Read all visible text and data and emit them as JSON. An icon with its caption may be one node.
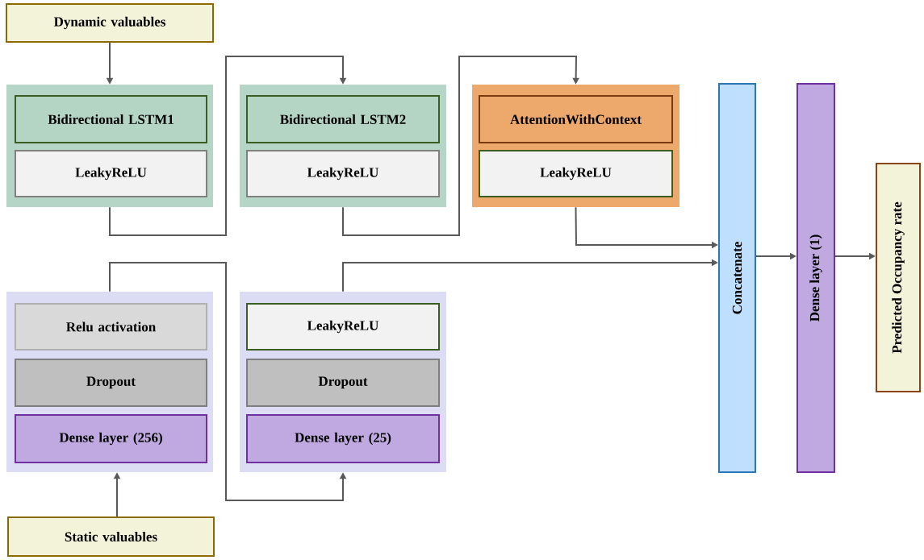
{
  "diagram": {
    "nodes": [
      {
        "text": [
          "Dynamic valuables"
        ]
      },
      {
        "text": [],
        "shape": "box"
      },
      {
        "text": [
          "Bidirectional  LSTM1"
        ],
        "in": 1
      },
      {
        "text": [
          "LeakyReLU"
        ],
        "in": 1
      },
      {
        "text": [],
        "shape": "box"
      },
      {
        "text": [
          "Bidirectional  LSTM2"
        ],
        "in": 4
      },
      {
        "text": [
          "LeakyReLU"
        ],
        "in": 4
      },
      {
        "text": [],
        "shape": "box"
      },
      {
        "text": [
          "AttentionWithContext"
        ],
        "in": 7
      },
      {
        "text": [
          "LeakyReLU"
        ],
        "in": 7
      },
      {
        "text": [
          "Concatenate"
        ]
      },
      {
        "text": [
          "Dense layer (1)"
        ]
      },
      {
        "text": [
          "Predicted Occupancy rate"
        ]
      },
      {
        "text": [],
        "shape": "box"
      },
      {
        "text": [
          "Relu activation"
        ],
        "in": 13
      },
      {
        "text": [
          "Dropout"
        ],
        "in": 13
      },
      {
        "text": [
          "Dense layer (256)"
        ],
        "in": 13
      },
      {
        "text": [],
        "shape": "box"
      },
      {
        "text": [
          "LeakyReLU"
        ],
        "in": 17
      },
      {
        "text": [
          "Dropout"
        ],
        "in": 17
      },
      {
        "text": [
          "Dense layer (25)"
        ],
        "in": 17
      },
      {
        "text": [
          "Static valuables"
        ]
      }
    ],
    "edges": [
      {
        "from": 0,
        "to": 1,
        "arrow": "to"
      },
      {
        "from": 1,
        "to": 4,
        "arrow": "to"
      },
      {
        "from": 4,
        "to": 7,
        "arrow": "to"
      },
      {
        "from": 7,
        "to": 10,
        "arrow": "to"
      },
      {
        "from": 21,
        "to": 13,
        "arrow": "to"
      },
      {
        "from": 13,
        "to": 17,
        "arrow": "to"
      },
      {
        "from": 17,
        "to": 10,
        "arrow": "to"
      },
      {
        "from": 10,
        "to": 11,
        "arrow": "to"
      },
      {
        "from": 11,
        "to": 12,
        "arrow": "to"
      }
    ]
  }
}
